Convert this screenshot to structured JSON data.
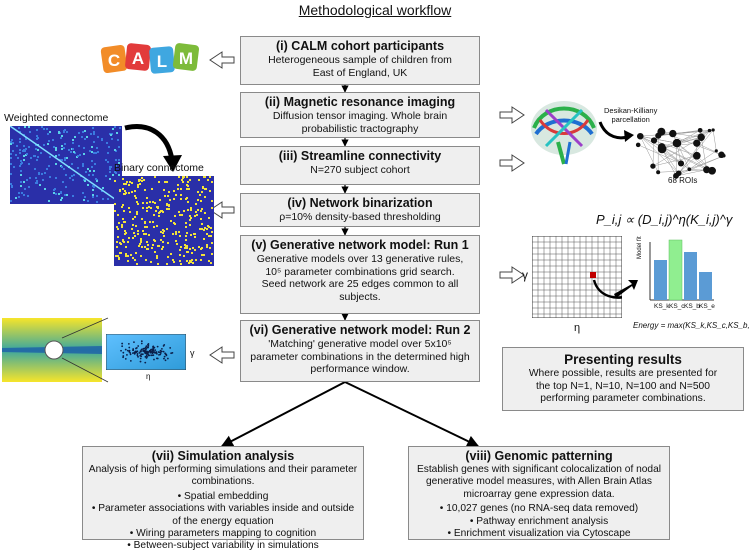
{
  "title": "Methodological workflow",
  "steps": [
    {
      "title": "(i)   CALM cohort participants",
      "body": "Heterogeneous sample of children from\nEast of England, UK"
    },
    {
      "title": "(ii) Magnetic resonance imaging",
      "body": "Diffusion tensor imaging. Whole brain\nprobabilistic tractography"
    },
    {
      "title": "(iii) Streamline connectivity",
      "body": "N=270 subject cohort"
    },
    {
      "title": "(iv) Network binarization",
      "body": "ρ=10% density-based thresholding"
    },
    {
      "title": "(v) Generative network model: Run 1",
      "body": "Generative models over 13 generative rules,\n10⁵ parameter combinations grid search.\nSeed network are 25 edges common to all\nsubjects."
    },
    {
      "title": "(vi) Generative network model: Run 2",
      "body": "'Matching' generative model over 5x10⁵\nparameter combinations in the determined high\nperformance window."
    }
  ],
  "simulation": {
    "title": "(vii) Simulation analysis",
    "intro": "Analysis of high performing simulations and their parameter combinations.",
    "items": [
      "Spatial embedding",
      "Parameter associations with variables inside and outside of the energy equation",
      "Wiring parameters mapping to cognition",
      "Between-subject variability in simulations"
    ]
  },
  "genomic": {
    "title": "(viii) Genomic patterning",
    "intro": "Establish genes with significant colocalization of nodal generative model measures, with Allen Brain Atlas microarray gene expression data.",
    "items": [
      "10,027 genes (no RNA-seq data removed)",
      "Pathway enrichment analysis",
      "Enrichment visualization via Cytoscape"
    ]
  },
  "results": {
    "title": "Presenting results",
    "body": "Where possible, results are presented for\nthe top N=1, N=10, N=100 and N=500\nperforming parameter combinations."
  },
  "labels": {
    "weighted": "Weighted connectome",
    "binary": "Binary connectome",
    "parcellation": "Desikan-Killiany\nparcellation",
    "rois": "68 ROIs",
    "formula": "P_i,j ∝ (D_i,j)^η(K_i,j)^γ",
    "gamma": "γ",
    "eta": "η",
    "model_fit": "Model fit",
    "energy": "Energy = max(KS_k,KS_c,KS_b,KS_e)",
    "bar_labels": [
      "KS_k",
      "KS_c",
      "KS_b",
      "KS_e"
    ]
  },
  "logo_letters": [
    "C",
    "A",
    "L",
    "M"
  ],
  "colors": {
    "box_fill": "#efefef",
    "box_border": "#8a8a8a",
    "matrix_bg": "#2a2fa8",
    "bar_blue": "#5b9bd5",
    "bar_green": "#90ee90"
  }
}
